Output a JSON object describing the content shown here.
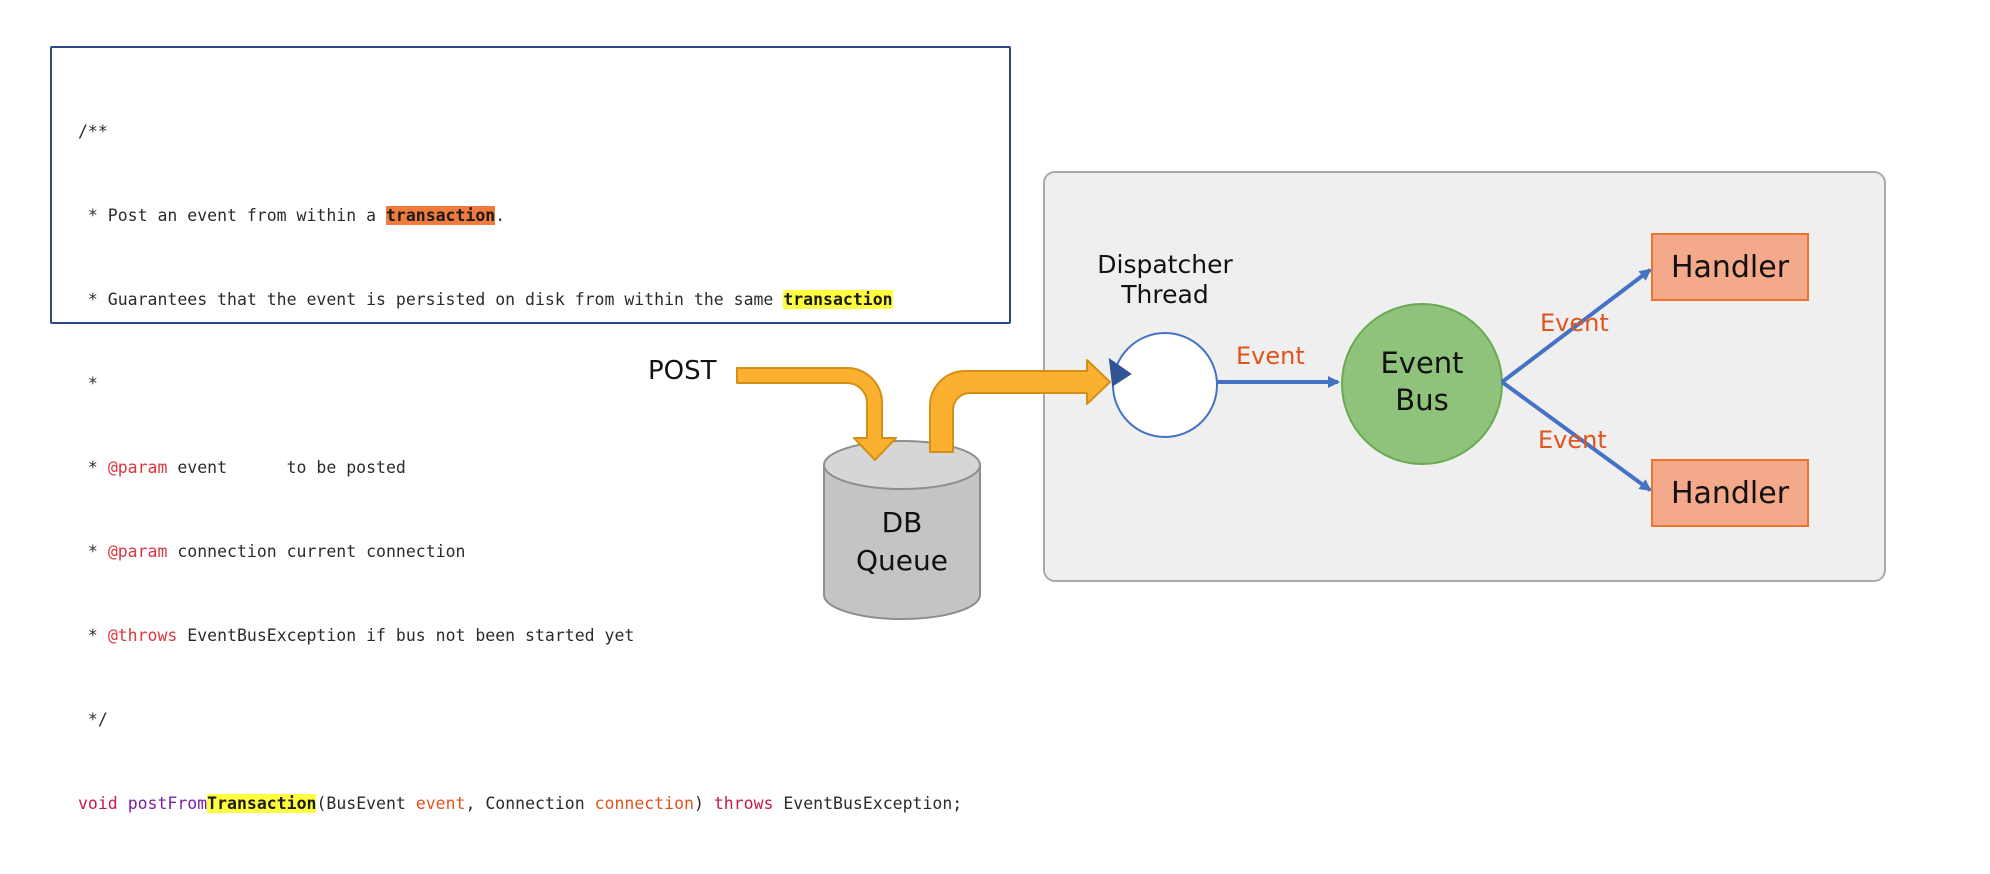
{
  "code": {
    "line1": "/**",
    "line2_pre": " * Post an event from within a ",
    "line2_hl": "transaction",
    "line2_post": ".",
    "line3_pre": " * Guarantees that the event is persisted on disk from within the same ",
    "line3_hl": "transaction",
    "line4": " *",
    "line5_star": " * ",
    "line5_tag": "@param",
    "line5_rest": " event      to be posted",
    "line6_star": " * ",
    "line6_tag": "@param",
    "line6_rest": " connection current connection",
    "line7_star": " * ",
    "line7_tag": "@throws",
    "line7_rest": " EventBusException if bus not been started yet",
    "line8": " */",
    "sig_void": "void",
    "sig_space": " ",
    "sig_fn": "postFrom",
    "sig_fn_hl": "Transaction",
    "sig_open": "(BusEvent ",
    "sig_p1": "event",
    "sig_mid": ", Connection ",
    "sig_p2": "connection",
    "sig_close": ") ",
    "sig_throws": "throws",
    "sig_end": " EventBusException;"
  },
  "diagram": {
    "post_label": "POST",
    "db_line1": "DB",
    "db_line2": "Queue",
    "dispatcher_line1": "Dispatcher",
    "dispatcher_line2": "Thread",
    "event_label": "Event",
    "bus_line1": "Event",
    "bus_line2": "Bus",
    "handler1": "Handler",
    "handler2": "Handler",
    "colors": {
      "arrow_orange": "#fbb12f",
      "arrow_blue": "#4472c4",
      "bus_green": "#8fc27a",
      "handler_fill": "#f4a98a",
      "event_text": "#e0541e",
      "db_gray": "#c4c4c4"
    }
  }
}
